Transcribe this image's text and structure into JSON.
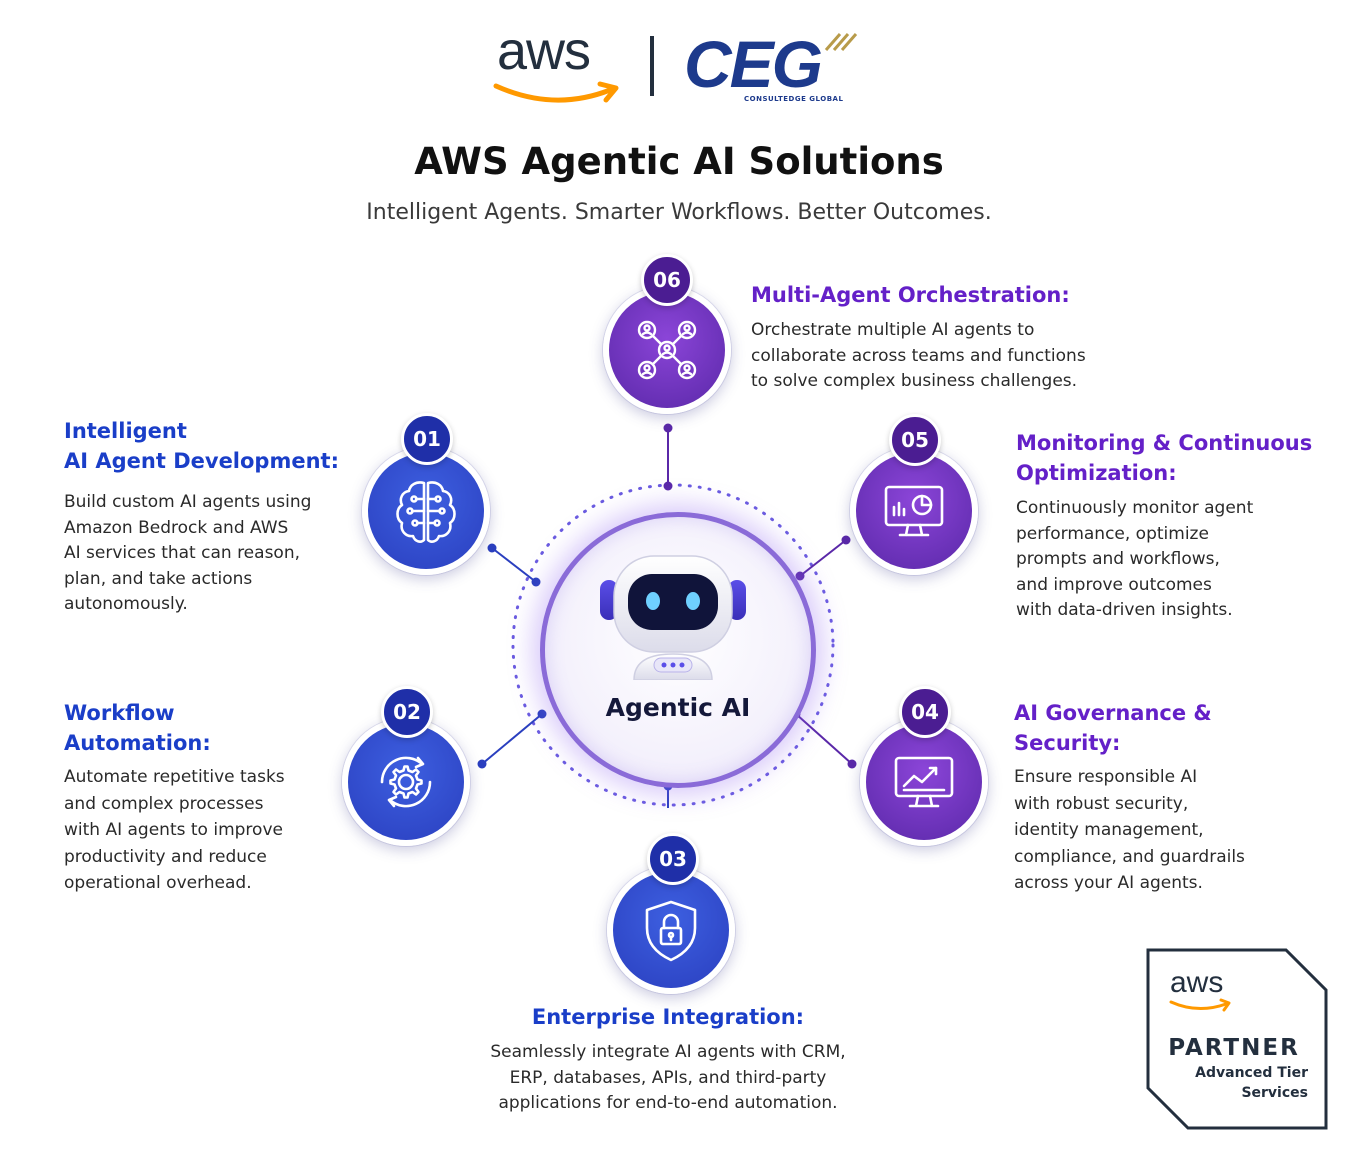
{
  "header": {
    "aws_logo_text": "aws",
    "ceg_logo_text": "CEG",
    "ceg_tagline": "CONSULTEDGE GLOBAL",
    "title": "AWS Agentic AI Solutions",
    "subtitle": "Intelligent Agents. Smarter Workflows. Better Outcomes."
  },
  "hub": {
    "label": "Agentic AI",
    "icon": "robot-icon"
  },
  "items": [
    {
      "number": "01",
      "title_line1": "Intelligent",
      "title_line2": "AI Agent Development:",
      "icon": "brain-circuit-icon",
      "desc": [
        "Build custom AI agents using",
        "Amazon Bedrock and AWS",
        "AI services that can reason,",
        "plan, and take actions",
        "autonomously."
      ]
    },
    {
      "number": "02",
      "title_line1": "Workflow",
      "title_line2": "Automation:",
      "icon": "gear-cycle-icon",
      "desc": [
        "Automate repetitive tasks",
        "and complex processes",
        "with AI agents to improve",
        "productivity and reduce",
        "operational overhead."
      ]
    },
    {
      "number": "03",
      "title_line1": "Enterprise Integration:",
      "icon": "shield-lock-icon",
      "desc": [
        "Seamlessly integrate AI agents with CRM,",
        "ERP, databases, APIs, and third-party",
        "applications for end-to-end automation."
      ]
    },
    {
      "number": "04",
      "title_line1": "AI Governance &",
      "title_line2": "Security:",
      "icon": "monitor-chart-icon",
      "desc": [
        "Ensure responsible AI",
        "with robust security,",
        "identity management,",
        "compliance, and guardrails",
        "across your AI agents."
      ]
    },
    {
      "number": "05",
      "title_line1": "Monitoring & Continuous",
      "title_line2": "Optimization:",
      "icon": "dashboard-monitor-icon",
      "desc": [
        "Continuously monitor agent",
        "performance, optimize",
        "prompts and workflows,",
        "and improve outcomes",
        "with data-driven insights."
      ]
    },
    {
      "number": "06",
      "title_line1": "Multi-Agent Orchestration:",
      "icon": "agent-network-icon",
      "desc": [
        "Orchestrate multiple AI agents to",
        "collaborate across teams and functions",
        "to solve complex business challenges."
      ]
    }
  ],
  "partner_badge": {
    "aws_text": "aws",
    "partner": "PARTNER",
    "tier_line1": "Advanced Tier",
    "tier_line2": "Services"
  },
  "colors": {
    "blue": "#2a3fbf",
    "purple": "#6420c8",
    "dark": "#111111"
  }
}
